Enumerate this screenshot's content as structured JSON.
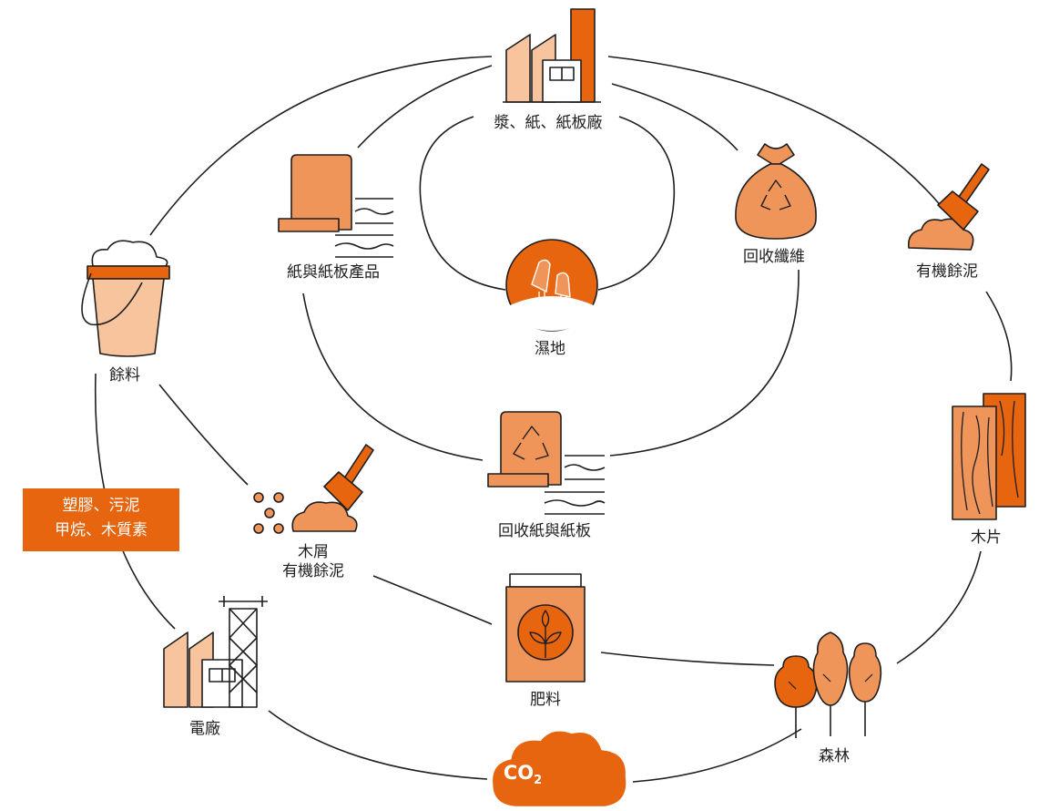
{
  "nodes": {
    "mill": "漿、紙、紙板廠",
    "paper_products": "紙與紙板產品",
    "recovered_fiber": "回收纖維",
    "organic_sludge_top": "有機餘泥",
    "residue": "餘料",
    "wetland": "濕地",
    "recycled_paper": "回收紙與紙板",
    "wood_chips": "木片",
    "sawdust_line1": "木屑",
    "sawdust_line2": "有機餘泥",
    "fertilizer": "肥料",
    "power_plant": "電廠",
    "forest": "森林",
    "co2_main": "CO",
    "co2_sub": "2"
  },
  "badge": {
    "line1": "塑膠、污泥",
    "line2": "甲烷、木質素"
  },
  "colors": {
    "orange_dark": "#e7650f",
    "orange_mid": "#f0955a",
    "orange_light": "#f7c49d",
    "line": "#1e1e1e"
  }
}
